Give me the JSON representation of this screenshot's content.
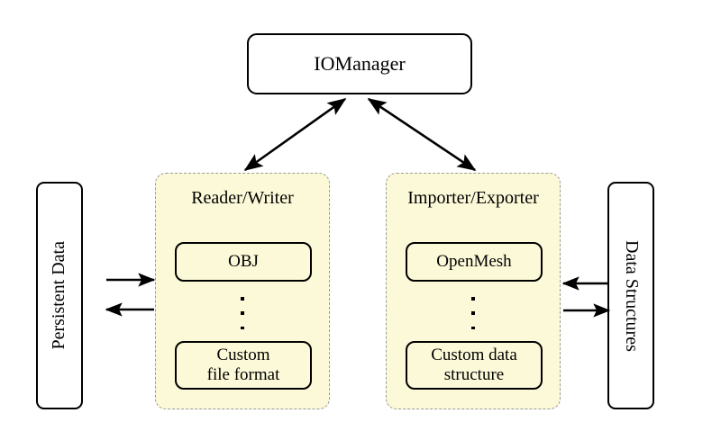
{
  "diagram": {
    "title_node": {
      "label": "IOManager",
      "fill": "#ffffff",
      "stroke": "#000000"
    },
    "left_side_node": {
      "label": "Persistent Data",
      "orientation": "vertical-bottom-to-top",
      "fill": "#ffffff"
    },
    "right_side_node": {
      "label": "Data Structures",
      "orientation": "vertical-top-to-bottom",
      "fill": "#ffffff"
    },
    "groups": [
      {
        "title": "Reader/Writer",
        "fill": "#fcf9d8",
        "border": "#9a9a9a",
        "items": [
          {
            "label": "OBJ"
          },
          {
            "label": "⋮"
          },
          {
            "label_line1": "Custom",
            "label_line2": "file format"
          }
        ]
      },
      {
        "title": "Importer/Exporter",
        "fill": "#fcf9d8",
        "border": "#9a9a9a",
        "items": [
          {
            "label": "OpenMesh"
          },
          {
            "label": "⋮"
          },
          {
            "label_line1": "Custom data",
            "label_line2": "structure"
          }
        ]
      }
    ],
    "connections": [
      {
        "name": "iomanager-to-reader-writer",
        "style": "double-headed-diagonal"
      },
      {
        "name": "iomanager-to-importer-exporter",
        "style": "double-headed-diagonal"
      },
      {
        "name": "persistent-data-to-reader-writer",
        "style": "single-right"
      },
      {
        "name": "reader-writer-to-persistent-data",
        "style": "single-left"
      },
      {
        "name": "data-structures-to-importer-exporter",
        "style": "single-left"
      },
      {
        "name": "importer-exporter-to-data-structures",
        "style": "single-right"
      }
    ],
    "colors": {
      "stroke": "#000000",
      "group_fill": "#fcf9d8",
      "group_border": "#9a9a9a",
      "background": "#ffffff"
    }
  }
}
